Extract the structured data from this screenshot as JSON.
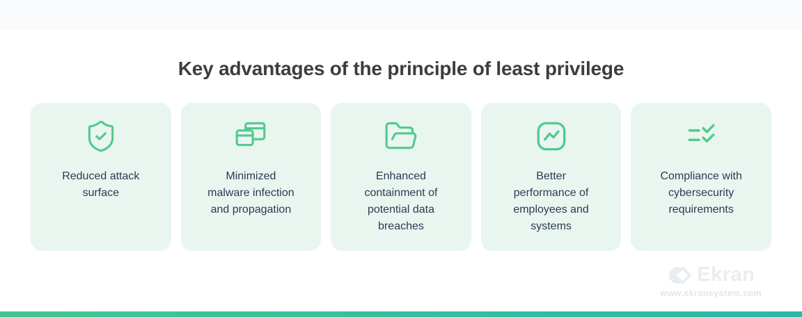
{
  "header": {
    "title": "Key advantages of the principle of least privilege"
  },
  "cards": [
    {
      "icon": "shield-check-icon",
      "label": "Reduced attack\nsurface"
    },
    {
      "icon": "overlapping-windows-icon",
      "label": "Minimized\nmalware infection\nand propagation"
    },
    {
      "icon": "open-folder-icon",
      "label": "Enhanced\ncontainment of\npotential data\nbreaches"
    },
    {
      "icon": "trend-chart-icon",
      "label": "Better\nperformance of\nemployees and\nsystems"
    },
    {
      "icon": "checklist-icon",
      "label": "Compliance with\ncybersecurity\nrequirements"
    }
  ],
  "branding": {
    "logo_text": "Ekran",
    "website": "www.ekransystem.com"
  },
  "colors": {
    "accent_green": "#53c98e",
    "card_background": "#e9f6f0",
    "card_text": "#2b3a52",
    "title_text": "#3d3d3f",
    "top_band": "#fafbfc",
    "footer_gradient_start": "#45c493",
    "footer_gradient_end": "#28b9a8",
    "logo_gray": "#e9ecf0"
  }
}
